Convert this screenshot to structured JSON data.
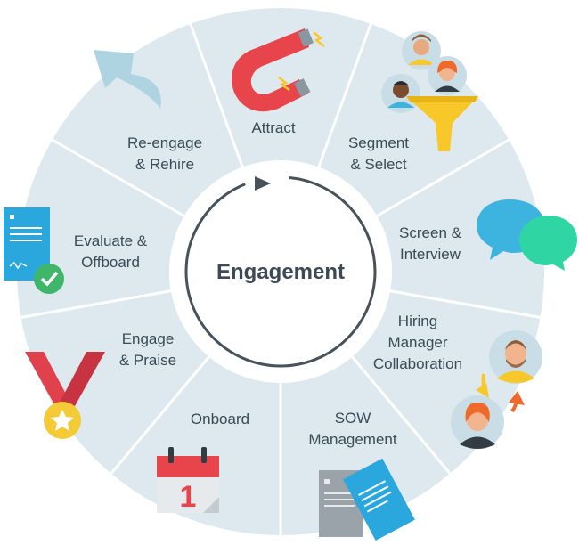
{
  "diagram": {
    "center_label": "Engagement",
    "stages": [
      {
        "lines": [
          "Attract"
        ]
      },
      {
        "lines": [
          "Segment",
          "& Select"
        ]
      },
      {
        "lines": [
          "Screen &",
          "Interview"
        ]
      },
      {
        "lines": [
          "Hiring",
          "Manager",
          "Collaboration"
        ]
      },
      {
        "lines": [
          "SOW",
          "Management"
        ]
      },
      {
        "lines": [
          "Onboard"
        ]
      },
      {
        "lines": [
          "Engage",
          "& Praise"
        ]
      },
      {
        "lines": [
          "Evaluate &",
          "Offboard"
        ]
      },
      {
        "lines": [
          "Re-engage",
          "& Rehire"
        ]
      }
    ],
    "calendar_day": "1"
  },
  "icons": [
    "magnet-icon",
    "candidate-funnel-icon",
    "chat-bubbles-icon",
    "manager-exchange-icon",
    "sow-documents-icon",
    "calendar-icon",
    "medal-icon",
    "approved-document-icon",
    "return-arrow-icon"
  ],
  "colors": {
    "wheel": "#dde9ef",
    "divider": "#ffffff",
    "center_ring": "#47525b",
    "text": "#3b4a55",
    "magnet": "#e8444c",
    "funnel": "#f8c82a",
    "chat_blue": "#3db3e0",
    "chat_green": "#2fd6a4",
    "arrow_light_blue": "#aed4e2",
    "medal": "#f4ca36",
    "ribbon": "#e0414d",
    "calendar": "#e8444c",
    "document_blue": "#2aa8dd"
  }
}
